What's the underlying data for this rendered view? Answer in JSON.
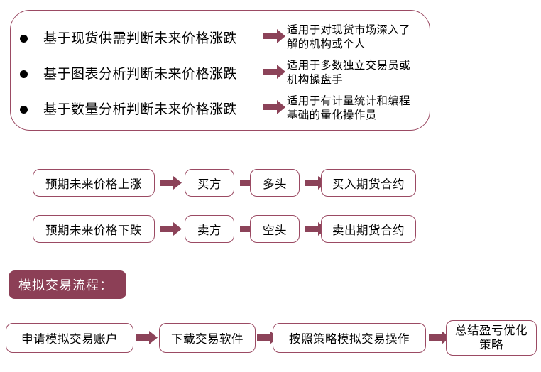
{
  "colors": {
    "accent": "#9b4a63",
    "arrow": "#8c4359",
    "banner_bg": "#8c3f56",
    "text": "#000000",
    "background": "#ffffff"
  },
  "panel": {
    "rows": [
      {
        "bullet": "基于现货供需判断未来价格涨跌",
        "note": "适用于对现货市场深入了解的机构或个人",
        "arrow": "right-arrow-icon"
      },
      {
        "bullet": "基于图表分析判断未来价格涨跌",
        "note": "适用于多数独立交易员或机构操盘手",
        "arrow": "right-arrow-icon"
      },
      {
        "bullet": "基于数量分析判断未来价格涨跌",
        "note": "适用于有计量统计和编程基础的量化操作员",
        "arrow": "right-arrow-icon"
      }
    ]
  },
  "position_flow": {
    "rows": [
      {
        "steps": [
          "预期未来价格上涨",
          "买方",
          "多头",
          "买入期货合约"
        ]
      },
      {
        "steps": [
          "预期未来价格下跌",
          "卖方",
          "空头",
          "卖出期货合约"
        ]
      }
    ]
  },
  "sim_section": {
    "banner_label": "模拟交易流程：",
    "steps": [
      "申请模拟交易账户",
      "下载交易软件",
      "按照策略模拟交易操作",
      "总结盈亏优化策略"
    ]
  }
}
